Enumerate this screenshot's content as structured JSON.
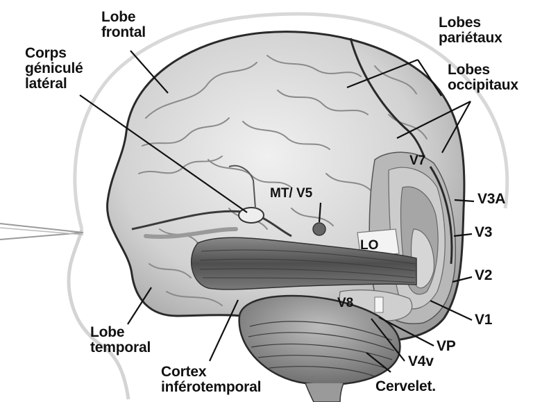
{
  "labels": {
    "lobe_frontal": [
      "Lobe",
      "frontal"
    ],
    "corps_genicule": [
      "Corps",
      "géniculé",
      "latéral"
    ],
    "lobes_parietaux": [
      "Lobes",
      "pariétaux"
    ],
    "lobes_occipitaux": [
      "Lobes",
      "occipitaux"
    ],
    "lobe_temporal": [
      "Lobe",
      "temporal"
    ],
    "cortex_inferotemporal": [
      "Cortex",
      "inférotemporal"
    ],
    "cervelet": "Cervelet.",
    "v3a": "V3A",
    "v3": "V3",
    "v2": "V2",
    "v1": "V1",
    "vp": "VP",
    "v4v": "V4v"
  },
  "inner_labels": {
    "mt_v5": "MT/ V5",
    "v7": "V7",
    "lo": "LO",
    "v8": "V8"
  },
  "colors": {
    "outline": "#2a2a2a",
    "cortex_light": "#e6e6e6",
    "cortex_mid": "#bdbdbd",
    "cortex_dark": "#8c8c8c",
    "optic_tract": "#6e6e6e"
  }
}
